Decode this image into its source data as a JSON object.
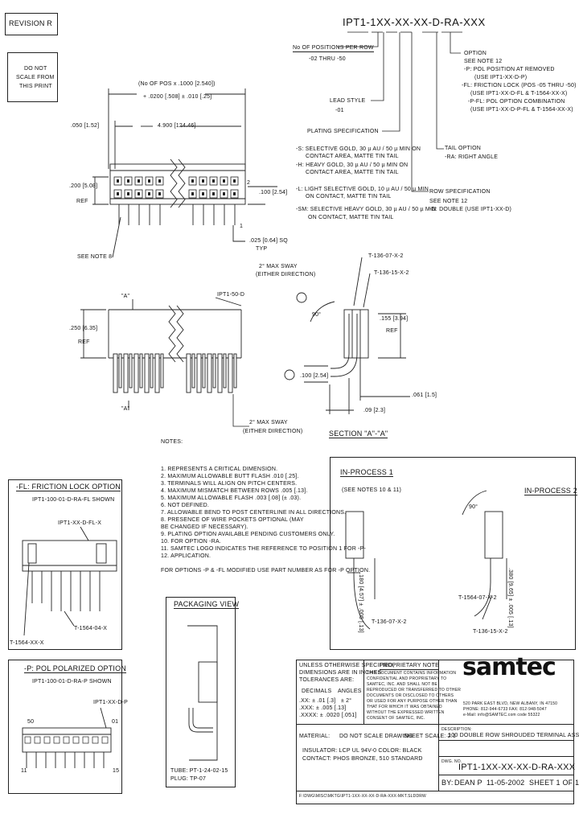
{
  "revision": "REVISION R",
  "scale_note": [
    "DO NOT",
    "SCALE FROM",
    "THIS PRINT"
  ],
  "part_number_header": "IPT1-1XX-XX-XX-D-RA-XXX",
  "callouts": {
    "no_pos": "No OF POSITIONS PER ROW",
    "no_pos_range": "-02 THRU -50",
    "option": "OPTION",
    "option_lines": [
      "SEE NOTE 12",
      "-P: POL POSITION AT REMOVED",
      "(USE IPT1-XX-D-P)",
      "-FL: FRICTION LOCK (POS -05 THRU -50)",
      "(USE IPT1-XX-D-FL & T-1564-XX-X)",
      "-P-FL: POL OPTION COMBINATION",
      "(USE IPT1-XX-D-P-FL & T-1564-XX-X)"
    ],
    "lead_style": "LEAD STYLE",
    "lead_style_value": "-01",
    "tail_option": "TAIL OPTION",
    "tail_option_value": "-RA: RIGHT ANGLE",
    "plating": "PLATING SPECIFICATION",
    "plating_lines": [
      "-S: SELECTIVE GOLD, 30 µ AU / 50 µ MIN ON",
      "CONTACT AREA, MATTE TIN TAIL",
      "-H: HEAVY GOLD, 30 µ AU / 50 µ MIN ON",
      "CONTACT AREA, MATTE TIN TAIL",
      "-L: LIGHT SELECTIVE GOLD, 10 µ AU / 50 µ MIN",
      "ON CONTACT, MATTE TIN TAIL",
      "-SM: SELECTIVE HEAVY GOLD, 30 µ AU / 50 µ MIN",
      "ON CONTACT, MATTE TIN TAIL"
    ],
    "row_spec": "ROW SPECIFICATION",
    "row_spec_lines": [
      "SEE NOTE 12",
      "-D: DOUBLE (USE IPT1-XX-D)"
    ]
  },
  "dimensions": {
    "overall": "(No OF POS x .1000 [2.540])",
    "overall2": "+ .0200 [.508] ± .010 [.25]",
    "pitch": ".050 [1.52]",
    "length": "4.900 [124.46]",
    "height": ".200 [5.08]",
    "ref": "REF",
    "row_pitch": ".100 [2.54]",
    "sq": ".025 [0.64] SQ",
    "typ": "TYP",
    "see_note": "SEE NOTE 8",
    "sway1": "2° MAX SWAY",
    "sway1b": "(EITHER DIRECTION)",
    "side_height": ".250 [6.35]",
    "side_ref": "REF",
    "section_a": "\"A\"",
    "ipt_label": "IPT1-50-D",
    "sway2": "2° MAX SWAY",
    "sway2b": "(EITHER DIRECTION)",
    "sec_t1": "T-136-07-X-2",
    "sec_t2": "T-136-15-X-2",
    "sec_155": ".155 [3.94]",
    "sec_ref": "REF",
    "sec_100": ".100 [2.54]",
    "sec_061": ".061 [1.5]",
    "sec_09": ".09 [2.3]",
    "sec_angle": "90°",
    "section_label": "SECTION \"A\"-\"A\"",
    "pin1": "1",
    "pin2": "2"
  },
  "notes_title": "NOTES:",
  "notes": [
    "1. REPRESENTS A CRITICAL DIMENSION.",
    "2. MAXIMUM ALLOWABLE BUTT FLASH .010 [.25].",
    "3. TERMINALS WILL ALIGN ON PITCH CENTERS.",
    "4. MAXIMUM MISMATCH BETWEEN ROWS .005 [.13].",
    "5. MAXIMUM ALLOWABLE FLASH .003 [.08] (± .03).",
    "6. NOT DEFINED.",
    "7. ALLOWABLE BEND TO POST CENTERLINE IN ALL DIRECTIONS.",
    "8. PRESENCE OF WIRE POCKETS OPTIONAL (MAY",
    "   BE CHANGED IF NECESSARY).",
    "9. PLATING OPTION AVAILABLE PENDING CUSTOMERS ONLY.",
    "10. FOR OPTION -RA.",
    "11. SAMTEC LOGO INDICATES THE REFERENCE TO POSITION 1 FOR -P-",
    "12. APPLICATION.",
    "    FOR OPTIONS -P & -FL MODIFIED USE PART NUMBER AS FOR -P OPTION."
  ],
  "fl_option": {
    "title": "-FL: FRICTION LOCK OPTION",
    "subtitle": "IPT1-100-01-D-RA-FL SHOWN",
    "label": "IPT1-XX-D-FL-X",
    "t1": "T-1564-XX-X",
    "t2": "T-1564-04-X"
  },
  "p_option": {
    "title": "-P: POL POLARIZED OPTION",
    "subtitle": "IPT1-100-01-D-RA-P SHOWN",
    "label": "IPT1-XX-D-P",
    "pin_a": "50",
    "pin_b": "01",
    "pin_c": "11",
    "pin_d": "15"
  },
  "packaging": {
    "title": "PACKAGING VIEW",
    "tube": "TUBE: PT-1-24-02-15",
    "plug": "PLUG: TP-07"
  },
  "in_process": {
    "title1": "IN-PROCESS 1",
    "note1": "(SEE NOTES 10 & 11)",
    "title2": "IN-PROCESS 2",
    "dim1": ".180 [4.57] ± .005 [.13]",
    "dim2": ".380 [9.65] ± .005 [.13]",
    "t1": "T-136-07-X-2",
    "t2": "T-1564-07-X-2",
    "t3": "T-136-15-X-2",
    "angle": "90°"
  },
  "title_block": {
    "unless": "UNLESS OTHERWISE SPECIFIED,",
    "dims": "DIMENSIONS ARE IN INCHES",
    "tolerances": "TOLERANCES ARE:",
    "decimal": "DECIMALS",
    "angles": "ANGLES",
    "tol1": ".XX: ± .01 [.3]",
    "tol2": ".XXX: ± .005 [.13]",
    "tol3": ".XXXX: ± .0020 [.051]",
    "ang": "± 2°",
    "proprietary": "PROPRIETARY NOTE",
    "prop_lines": [
      "THIS DOCUMENT CONTAINS INFORMATION",
      "CONFIDENTIAL AND PROPRIETARY TO",
      "SAMTEC, INC. AND SHALL NOT BE",
      "REPRODUCED OR TRANSFERRED TO OTHER",
      "DOCUMENTS OR DISCLOSED TO OTHERS",
      "OR USED FOR ANY PURPOSE OTHER THAN",
      "THAT FOR WHICH IT WAS OBTAINED",
      "WITHOUT THE EXPRESSED WRITTEN",
      "CONSENT OF SAMTEC, INC."
    ],
    "material": "MATERIAL:",
    "do_not_scale": "DO NOT SCALE DRAWING",
    "sheet_scale": "SHEET SCALE: 2:1",
    "insulator": "INSULATOR: LCP UL 94V-0 COLOR: BLACK",
    "contact": "CONTACT: PHOS BRONZE, 510 STANDARD",
    "company_addr": [
      "520 PARK EAST BLVD, NEW ALBANY, IN 47150",
      "PHONE: 812-944-6733  FAX: 812-948-5047",
      "e-Mail: info@SAMTEC.com  code 55322"
    ],
    "description_label": "DESCRIPTION:",
    "description": ".100 DOUBLE ROW SHROUDED TERMINAL ASSEMBLY",
    "dwg_label": "DWG. NO.",
    "dwg_no": "IPT1-1XX-XX-XX-D-RA-XXX",
    "by_label": "BY:",
    "by": "DEAN P",
    "date": "11-05-2002",
    "sheet": "SHEET 1 OF 1",
    "footer": "F:\\DWG\\MISC\\MKTG\\IPT1-1XX-XX-XX-D-RA-XXX-MKT.SLDDRW",
    "logo": "samtec"
  }
}
